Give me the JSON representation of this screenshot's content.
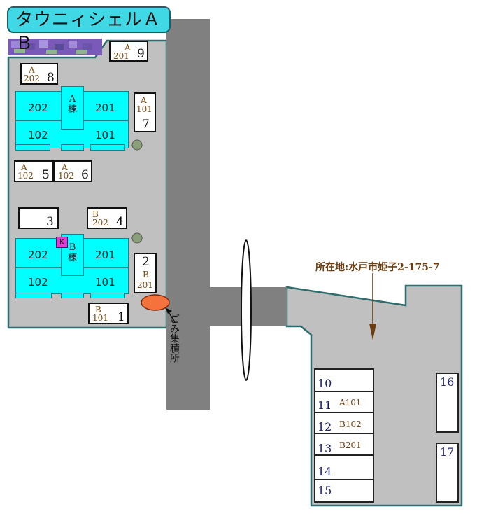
{
  "title": "タウニィシェルＡＢ",
  "address": "所在地:水戸市姫子2-175-7",
  "garbage_label": "ごみ集積所",
  "buildings": {
    "a": {
      "wing": "A",
      "kanji": "棟",
      "rooms": [
        "202",
        "201",
        "102",
        "101"
      ]
    },
    "b": {
      "wing": "B",
      "kanji": "棟",
      "rooms": [
        "202",
        "201",
        "102",
        "101"
      ],
      "marker": "K"
    }
  },
  "parking_lots": [
    {
      "n": "1",
      "unit_wing": "B",
      "unit_room": "101"
    },
    {
      "n": "2",
      "unit_wing": "B",
      "unit_room": "201"
    },
    {
      "n": "3"
    },
    {
      "n": "4",
      "unit_wing": "B",
      "unit_room": "202"
    },
    {
      "n": "5",
      "unit_wing": "A",
      "unit_room": "102"
    },
    {
      "n": "6",
      "unit_wing": "A",
      "unit_room": "102"
    },
    {
      "n": "7",
      "unit_wing": "A",
      "unit_room": "101"
    },
    {
      "n": "8",
      "unit_wing": "A",
      "unit_room": "202"
    },
    {
      "n": "9",
      "unit_wing": "A",
      "unit_room": "201"
    }
  ],
  "lower_lot": [
    {
      "n": "10",
      "unit": ""
    },
    {
      "n": "11",
      "unit": "A101"
    },
    {
      "n": "12",
      "unit": "B102"
    },
    {
      "n": "13",
      "unit": "B201"
    },
    {
      "n": "14",
      "unit": ""
    },
    {
      "n": "15",
      "unit": ""
    },
    {
      "n": "16",
      "unit": ""
    },
    {
      "n": "17",
      "unit": ""
    }
  ],
  "colors": {
    "ground": "#c0c0c0",
    "road": "#808080",
    "building": "#00ffff",
    "garbage_area": "#f4733c",
    "hedge": "#7a5ab8",
    "address_text": "#6b3d10"
  }
}
